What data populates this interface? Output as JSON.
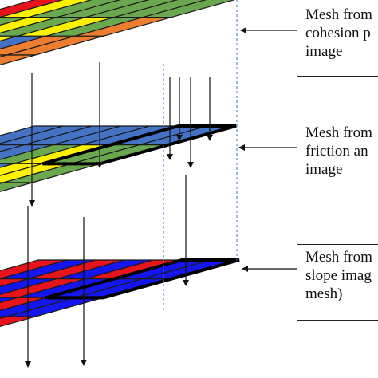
{
  "colors": {
    "red": "#e8141b",
    "green": "#6aa84f",
    "yellow": "#fcf200",
    "blue": "#4472c4",
    "orange": "#ed7d31",
    "gray": "#bfbfbf",
    "deep_blue": "#1515ee",
    "grid_line": "#1a1a1a",
    "guide_line": "#4472c4"
  },
  "labels": {
    "cohesion": [
      "Mesh from",
      "cohesion p",
      "image"
    ],
    "friction": [
      "Mesh from",
      "friction an",
      "image"
    ],
    "slope": [
      "Mesh from",
      "slope imag",
      "mesh)"
    ]
  },
  "layers": {
    "cohesion": {
      "cells": [
        [
          "R",
          "Y",
          "G",
          "G",
          "G",
          "G",
          "G"
        ],
        [
          "R",
          "G",
          "Y",
          "G",
          "Y",
          "G",
          "O"
        ],
        [
          "B",
          "Y",
          "Y",
          "Y",
          "B",
          "O",
          "O"
        ],
        [
          "B",
          "G",
          "Y",
          "B",
          "B",
          "O",
          "O"
        ],
        [
          "B",
          "B",
          "G",
          "G",
          "O",
          "O",
          "O"
        ],
        [
          "B",
          "B",
          "B",
          "G",
          "O",
          "O",
          "O"
        ]
      ]
    },
    "friction": {
      "cells": [
        [
          "B",
          "B",
          "B",
          "B",
          "B",
          "B",
          "B"
        ],
        [
          "B",
          "B",
          "B",
          "G",
          "Y",
          "G",
          "G"
        ],
        [
          "B",
          "A",
          "A",
          "B",
          "Y",
          "Y",
          "G"
        ],
        [
          "A",
          "A",
          "B",
          "Y",
          "Y",
          "G",
          "G"
        ],
        [
          "G",
          "A",
          "A",
          "Y",
          "Y",
          "G",
          "G"
        ],
        [
          "G",
          "A",
          "Y",
          "Y",
          "Y",
          "G",
          "G"
        ]
      ]
    },
    "slope": {
      "cells": [
        [
          "R",
          "D",
          "R",
          "D",
          "R",
          "D",
          "D"
        ],
        [
          "D",
          "R",
          "D",
          "R",
          "D",
          "D",
          "D"
        ],
        [
          "R",
          "D",
          "R",
          "D",
          "R",
          "D",
          "D"
        ],
        [
          "D",
          "R",
          "D",
          "R",
          "D",
          "R",
          "R"
        ],
        [
          "R",
          "D",
          "R",
          "D",
          "R",
          "D",
          "R"
        ],
        [
          "D",
          "R",
          "D",
          "R",
          "D",
          "R",
          "R"
        ]
      ]
    }
  }
}
